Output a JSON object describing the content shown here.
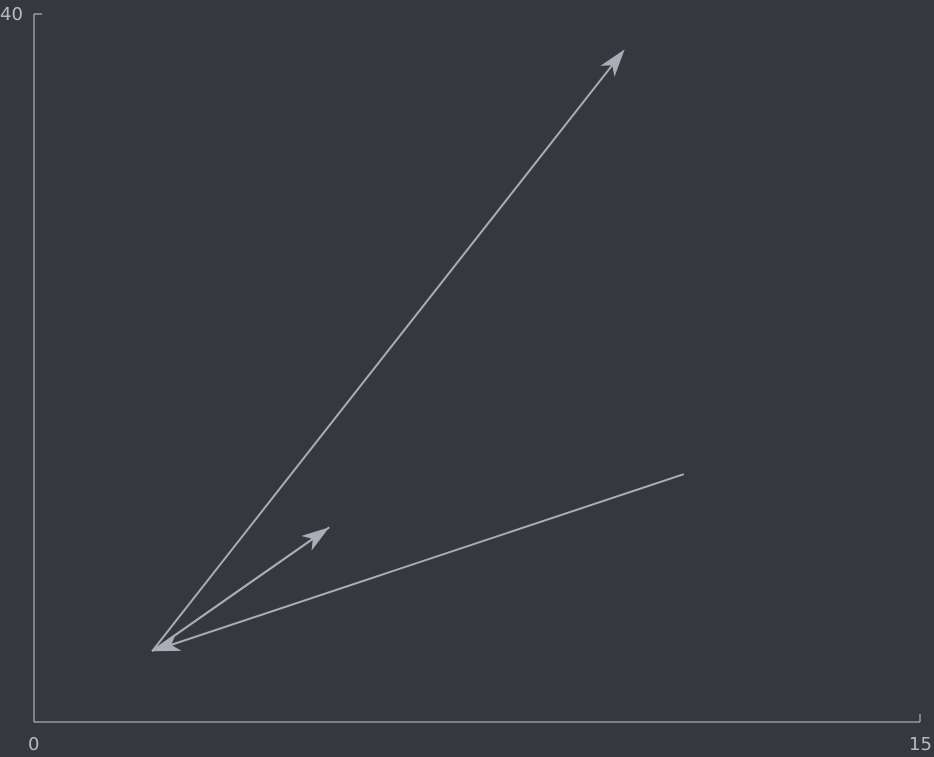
{
  "colors": {
    "background": "#363840",
    "axis": "#c8cad0",
    "tick_text": "#b7bac2",
    "vector": "#a9adb6"
  },
  "chart_data": {
    "type": "scatter",
    "xlim": [
      0,
      15
    ],
    "ylim": [
      0,
      40
    ],
    "x_tick_labels": [
      "0",
      "15"
    ],
    "y_tick_labels": [
      "40"
    ],
    "grid": false,
    "legend": "none",
    "series": [
      {
        "kind": "vectors",
        "vectors": [
          {
            "x0": 5.0,
            "y0": 11.0,
            "x1": 2.0,
            "y1": 4.0,
            "arrow_end": false
          },
          {
            "x0": 2.0,
            "y0": 4.0,
            "x1": 10.0,
            "y1": 38.0,
            "arrow_end": true
          },
          {
            "x0": 11.0,
            "y0": 14.0,
            "x1": 2.0,
            "y1": 4.0,
            "arrow_end": true
          },
          {
            "x0": 2.0,
            "y0": 4.0,
            "x1": 5.0,
            "y1": 11.0,
            "arrow_end": true
          }
        ]
      }
    ]
  }
}
